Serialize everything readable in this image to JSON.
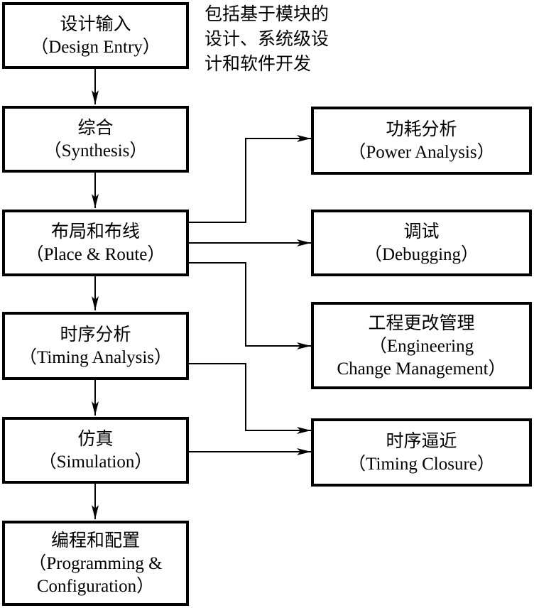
{
  "annotation": {
    "lines": [
      "包括基于模块的",
      "设计、系统级设",
      "计和软件开发"
    ]
  },
  "left_column": [
    {
      "zh": "设计输入",
      "en": [
        "（Design Entry）"
      ]
    },
    {
      "zh": "综合",
      "en": [
        "（Synthesis）"
      ]
    },
    {
      "zh": "布局和布线",
      "en": [
        "（Place & Route）"
      ]
    },
    {
      "zh": "时序分析",
      "en": [
        "（Timing Analysis）"
      ]
    },
    {
      "zh": "仿真",
      "en": [
        "（Simulation）"
      ]
    },
    {
      "zh": "编程和配置",
      "en": [
        "（Programming &",
        "Configuration）"
      ]
    }
  ],
  "right_column": [
    {
      "zh": "功耗分析",
      "en": [
        "（Power Analysis）"
      ]
    },
    {
      "zh": "调试",
      "en": [
        "（Debugging）"
      ]
    },
    {
      "zh": "工程更改管理",
      "en": [
        "（Engineering",
        "Change Management）"
      ]
    },
    {
      "zh": "时序逼近",
      "en": [
        "（Timing Closure）"
      ]
    }
  ]
}
